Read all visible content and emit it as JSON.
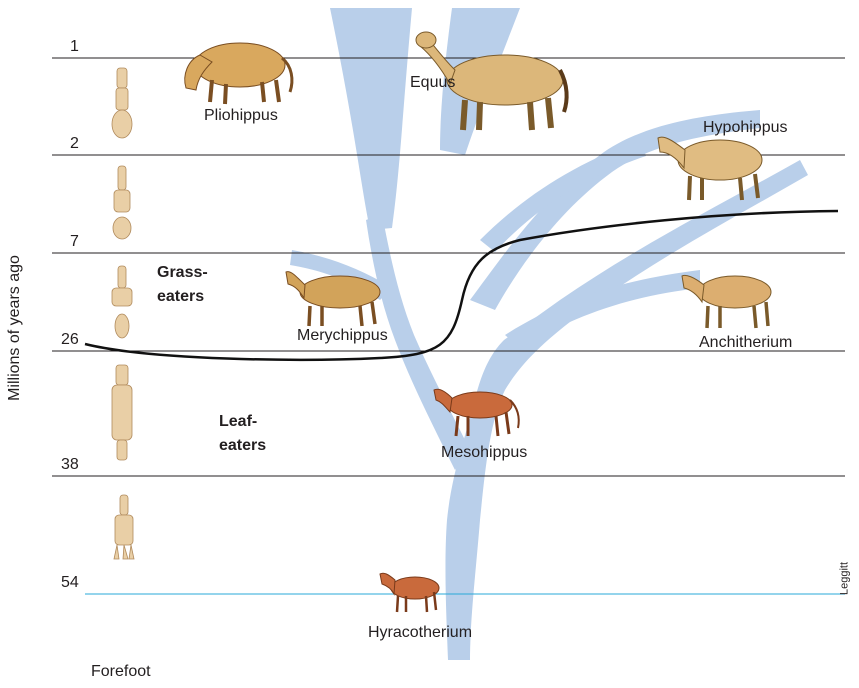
{
  "y_axis_label": "Millions of years ago",
  "time_ticks": [
    "1",
    "2",
    "7",
    "26",
    "38",
    "54"
  ],
  "diet_labels": {
    "grass": [
      "Grass-",
      "eaters"
    ],
    "leaf": [
      "Leaf-",
      "eaters"
    ]
  },
  "genera": {
    "pliohippus": "Pliohippus",
    "equus": "Equus",
    "hypohippus": "Hypohippus",
    "merychippus": "Merychippus",
    "anchitherium": "Anchitherium",
    "mesohippus": "Mesohippus",
    "hyracotherium": "Hyracotherium"
  },
  "forefoot_label": "Forefoot",
  "credit": "Leggitt",
  "colors": {
    "tree": "#b9cfea",
    "lines": "#231f20",
    "baseline": "#29a8d8",
    "horse_tan": "#d9a85e",
    "horse_brown": "#b9783a",
    "horse_red": "#c96a3c",
    "bone": "#e9cfa6"
  }
}
